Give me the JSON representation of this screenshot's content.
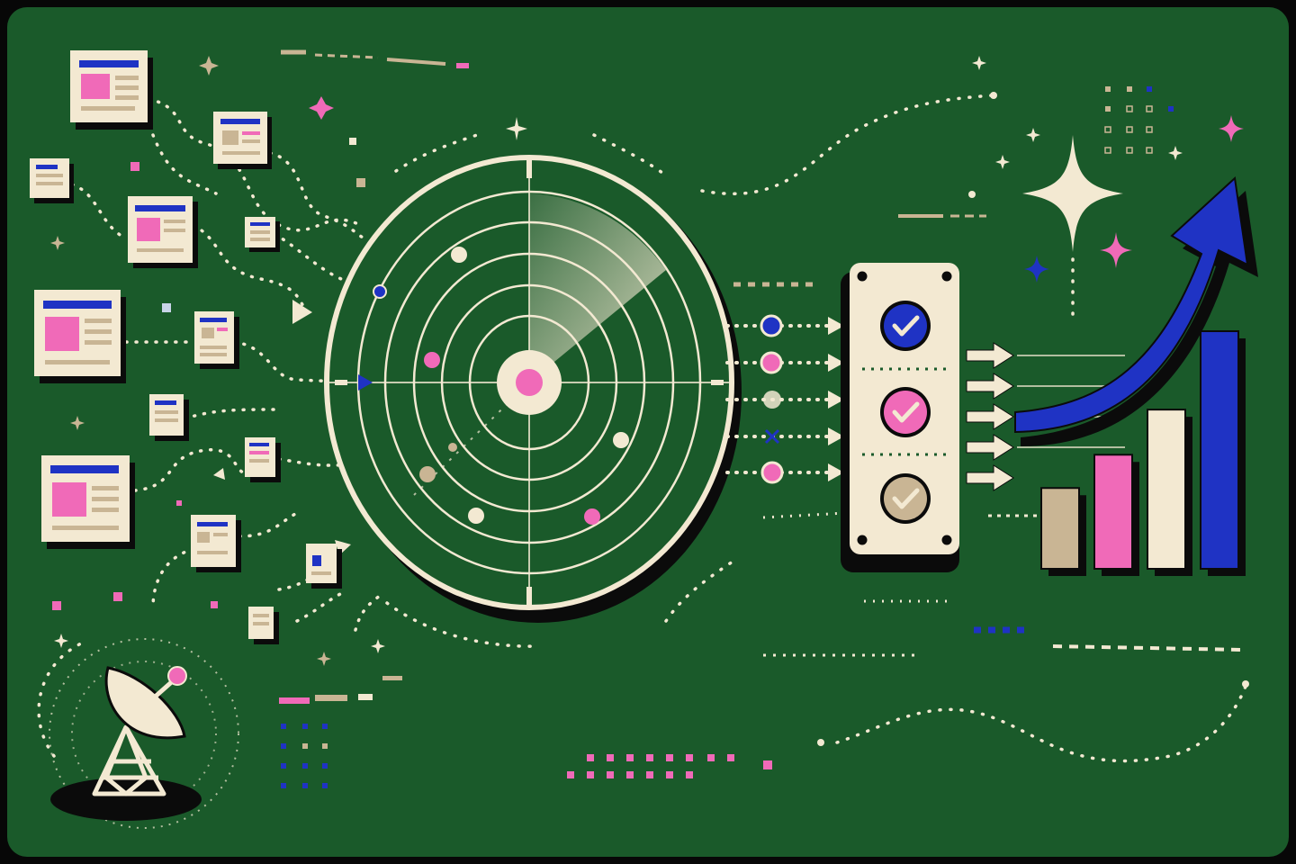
{
  "colors": {
    "frame": "#070707",
    "background": "#1a5a2a",
    "cream": "#f3e9d2",
    "tan": "#c9b594",
    "pink": "#f06ab8",
    "blue": "#1f33c4",
    "shadow": "#0b0b0b",
    "dark_green": "#134a21"
  },
  "icons": {
    "satellite": "satellite-dish-icon",
    "radar": "radar-scope-icon",
    "checklist": "checklist-panel-icon",
    "check": "checkmark-icon",
    "sparkle": "sparkle-icon",
    "trend": "trend-arrow-icon"
  },
  "checklist": {
    "items": [
      {
        "status": "approved",
        "color": "#1f33c4"
      },
      {
        "status": "approved",
        "color": "#f06ab8"
      },
      {
        "status": "approved",
        "color": "#c9b594"
      }
    ]
  },
  "growth_chart": {
    "bars": [
      {
        "level": 0.34,
        "color": "#c9b594"
      },
      {
        "level": 0.48,
        "color": "#f06ab8"
      },
      {
        "level": 0.67,
        "color": "#f3e9d2"
      },
      {
        "level": 1.0,
        "color": "#1f33c4"
      }
    ]
  }
}
